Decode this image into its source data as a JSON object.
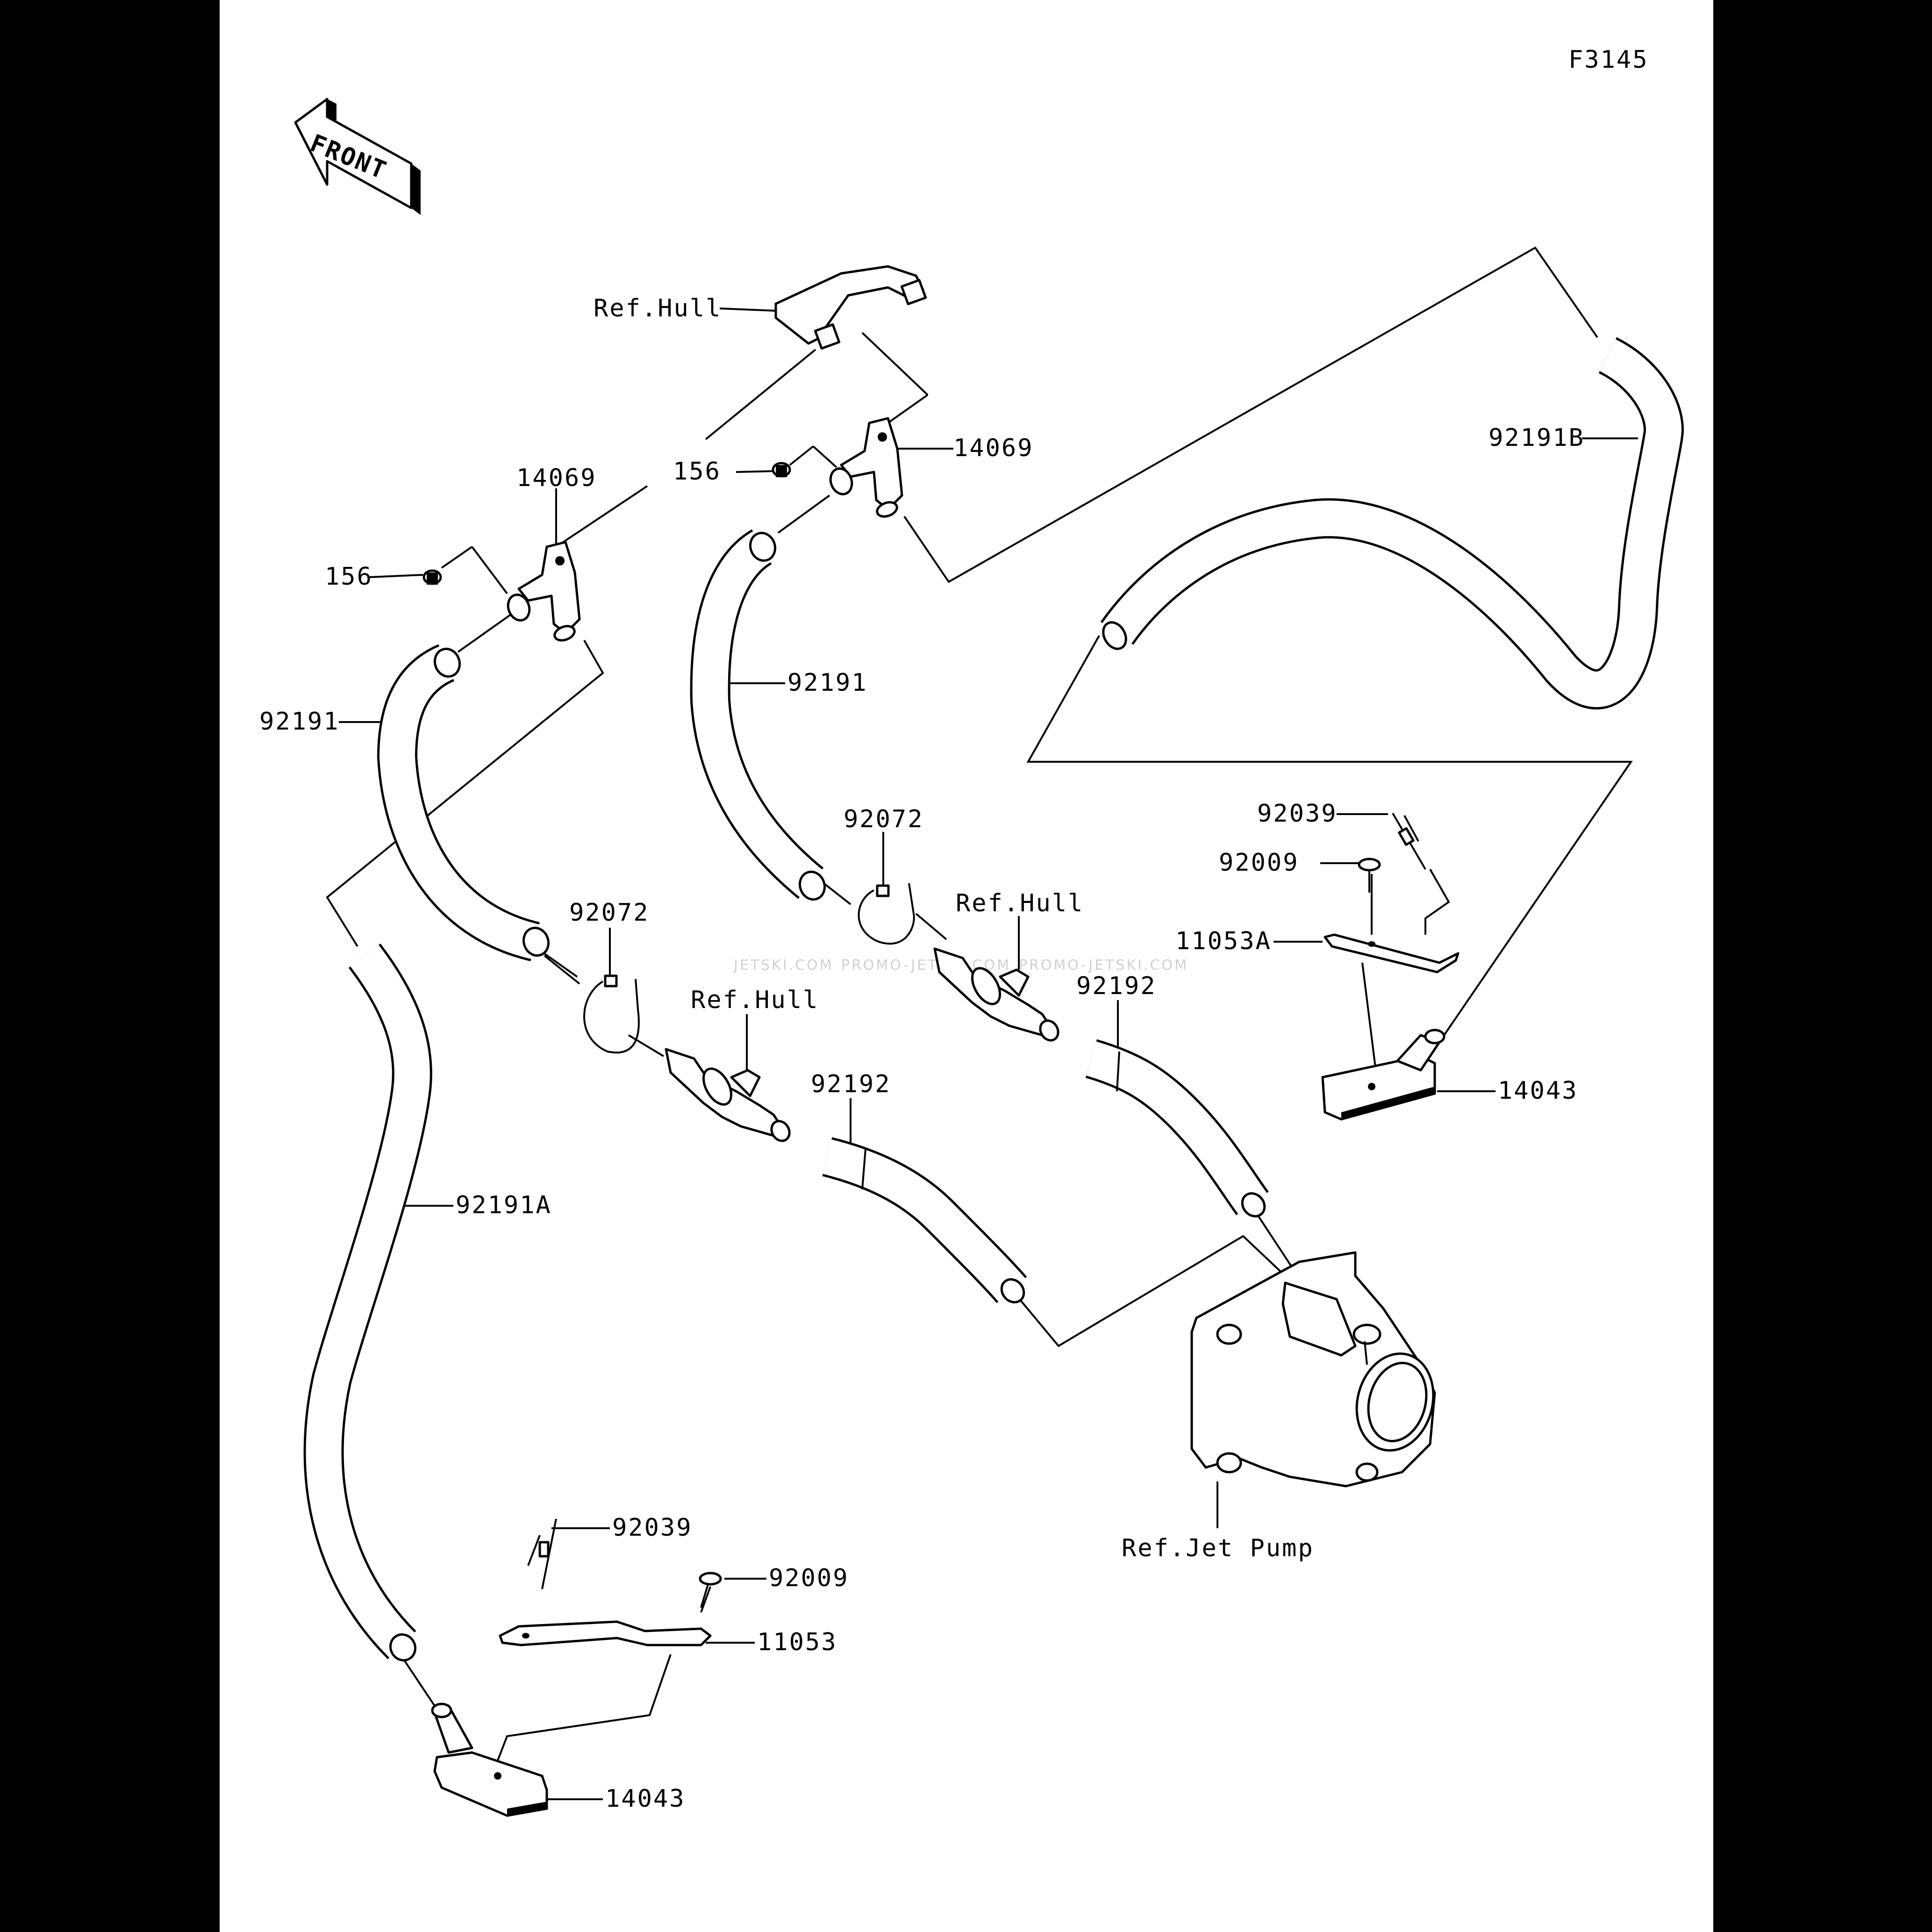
{
  "diagram": {
    "figure_id": "F3145",
    "front_label": "FRONT",
    "watermarks": [
      "JETSKI.COM",
      "PROMO-JETSKI.COM",
      "PROMO-JETSKI.COM"
    ],
    "labels": {
      "ref_hull_top": "Ref.Hull",
      "clamp_right": "14069",
      "screw_right": "156",
      "clamp_left": "14069",
      "screw_left": "156",
      "hose_b": "92191B",
      "hose_center": "92191",
      "hose_left": "92191",
      "band_center": "92072",
      "band_left": "92072",
      "ref_hull_center": "Ref.Hull",
      "ref_hull_left": "Ref.Hull",
      "hose_short_right": "92192",
      "hose_short_left": "92192",
      "hose_a": "92191A",
      "pin_right": "92039",
      "screw_pin_right": "92009",
      "bracket_right": "11053A",
      "strainer_right": "14043",
      "ref_jet_pump": "Ref.Jet Pump",
      "pin_left": "92039",
      "screw_pin_left": "92009",
      "bracket_left": "11053",
      "strainer_left": "14043"
    }
  }
}
